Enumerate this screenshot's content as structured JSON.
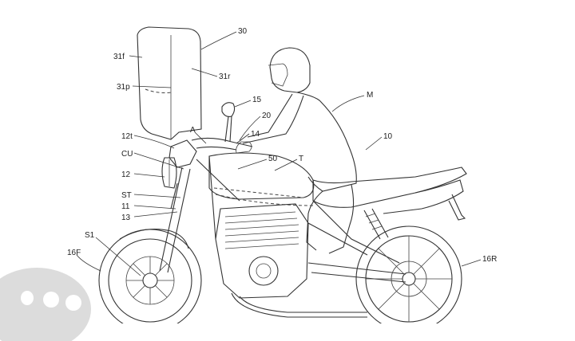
{
  "figure": {
    "labels": {
      "screen": "30",
      "screen_front": "31f",
      "screen_rear": "31r",
      "screen_panel": "31p",
      "rider": "M",
      "mirror": "15",
      "handlebar": "20",
      "point_a": "A",
      "grip": "14",
      "meter": "12t",
      "control_unit": "CU",
      "tank_link": "50",
      "fuel_tank": "T",
      "motorcycle": "10",
      "headlight": "12",
      "steering": "ST",
      "fork": "11",
      "fork_lower": "13",
      "sensor": "S1",
      "front_wheel": "16F",
      "rear_wheel": "16R"
    },
    "colors": {
      "line": "#333333",
      "background": "#ffffff",
      "watermark": "#dcdcdc"
    }
  }
}
